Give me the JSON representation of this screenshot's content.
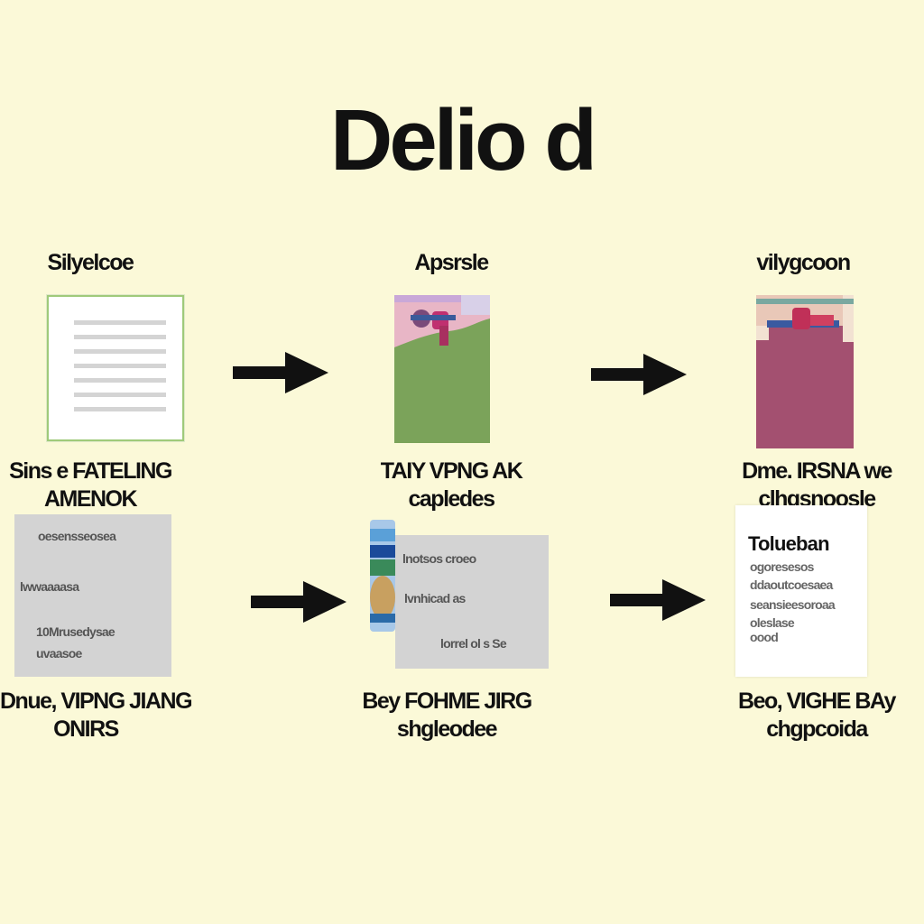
{
  "title": "Delio d",
  "row1": {
    "col1": {
      "label": "Silyelcoe",
      "caption": [
        "Sins e FATELING",
        "AMENOK"
      ]
    },
    "col2": {
      "label": "Apsrsle",
      "caption": [
        "TAIY VPNG AK",
        "capledes"
      ]
    },
    "col3": {
      "label": "vilygcoon",
      "caption": [
        "Dme. IRSNA we",
        "clhgsnoosle"
      ]
    }
  },
  "row2": {
    "col1": {
      "card_lines": [
        "oesensseosea",
        "lwwaaaasa",
        "10Mrusedysae",
        "uvaasoe"
      ],
      "caption": [
        "Dnue, VIPNG JIANG",
        "ONIRS"
      ]
    },
    "col2": {
      "card_lines": [
        "lnotsos croeo",
        "lvnhicad as",
        "lorrel ol s Se"
      ],
      "caption": [
        "Bey FOHME JIRG",
        "shgleodee"
      ]
    },
    "col3": {
      "card_title": "Tolueban",
      "card_lines": [
        "ogoresesos",
        "ddaoutcoesaea",
        "seansieesoroaa",
        "oleslase",
        "oood"
      ],
      "caption": [
        "Beo, VIGHE BAy",
        "chgpcoida"
      ]
    }
  },
  "colors": {
    "background": "#fbf9d8",
    "accent_green": "#7ba35a",
    "accent_magenta": "#a35070",
    "doc_border": "#9fca7a"
  }
}
